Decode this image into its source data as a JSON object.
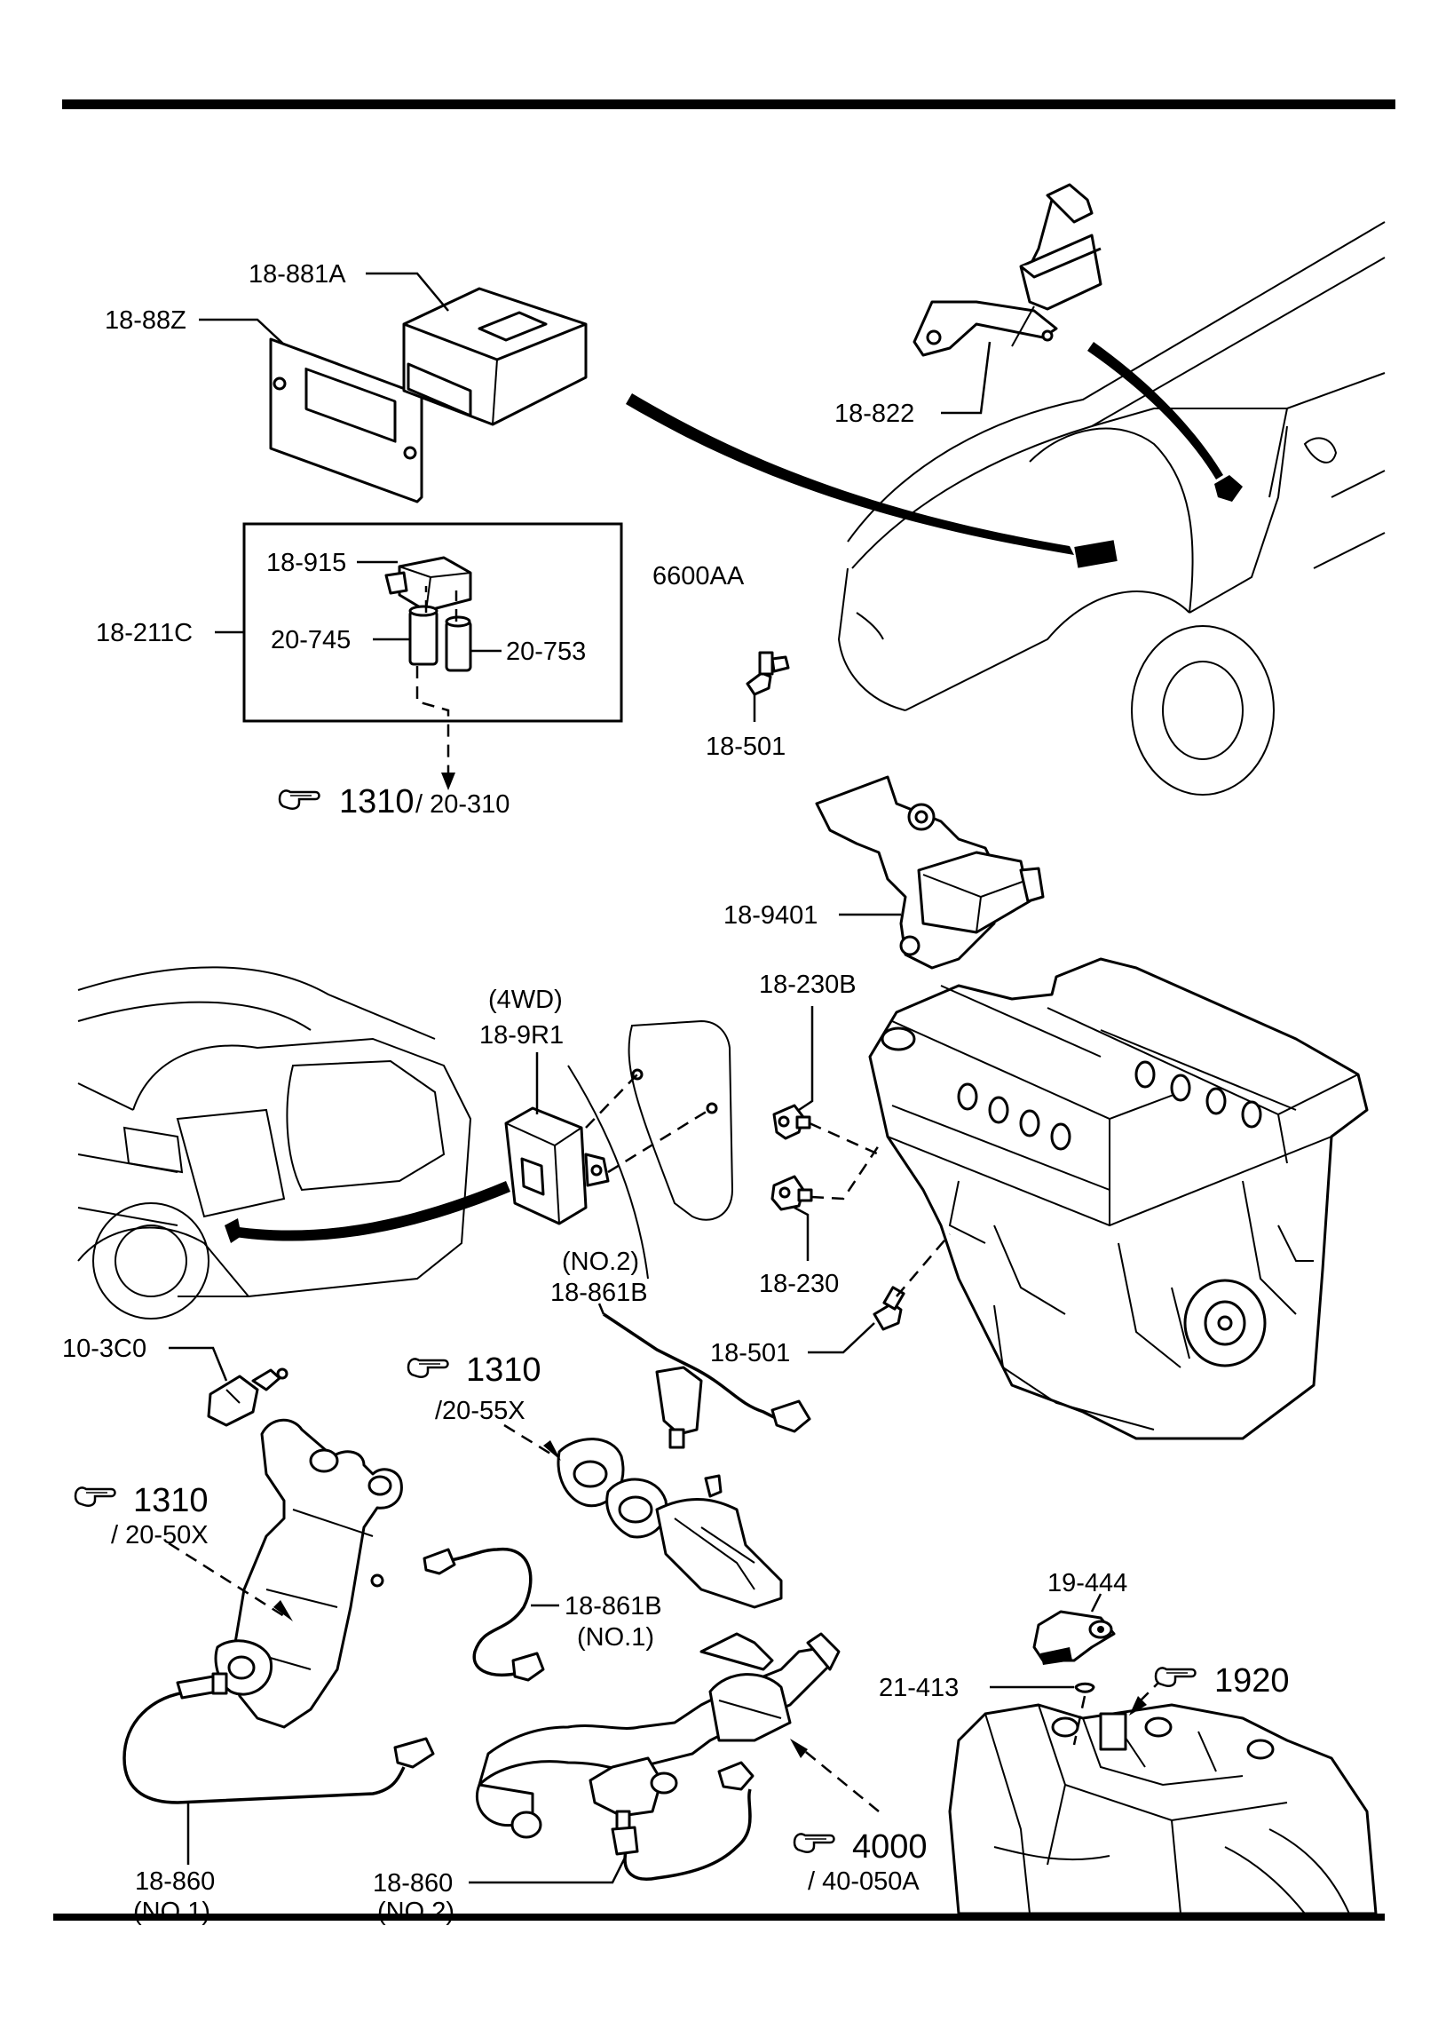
{
  "labels": {
    "ecu": "18-881A",
    "ecu_bracket": "18-88Z",
    "relay_bracket": "18-822",
    "relay": "18-915",
    "relay_set": "18-211C",
    "fuse_a": "20-745",
    "fuse_b": "20-753",
    "group_code": "6600AA",
    "temp_switch_top": "18-501",
    "throttle_sensor": "18-9401",
    "cam_sensor": "18-230B",
    "drive_note": "(4WD)",
    "tcm": "18-9R1",
    "crank_sensor": "18-230",
    "o2_no2_note": "(NO.2)",
    "o2_no2_rear": "18-861B",
    "temp_switch_engine": "18-501",
    "water_temp": "10-3C0",
    "o2_no1_rear": "18-861B",
    "o2_no1_note": "(NO.1)",
    "inhibitor_switch": "19-444",
    "switch_clip": "21-413",
    "o2_front_no1": "18-860",
    "o2_front_no1_note": "(NO.1)",
    "o2_front_no2": "18-860",
    "o2_front_no2_note": "(NO.2)"
  },
  "refs": {
    "r1": {
      "main": "1310",
      "sub": "/ 20-310"
    },
    "r2": {
      "main": "1310",
      "sub": "/20-55X"
    },
    "r3": {
      "main": "1310",
      "sub": "/ 20-50X"
    },
    "r4": {
      "main": "1920"
    },
    "r5": {
      "main": "4000",
      "sub": "/ 40-050A"
    }
  },
  "icons": [
    "pointing-hand-icon"
  ]
}
